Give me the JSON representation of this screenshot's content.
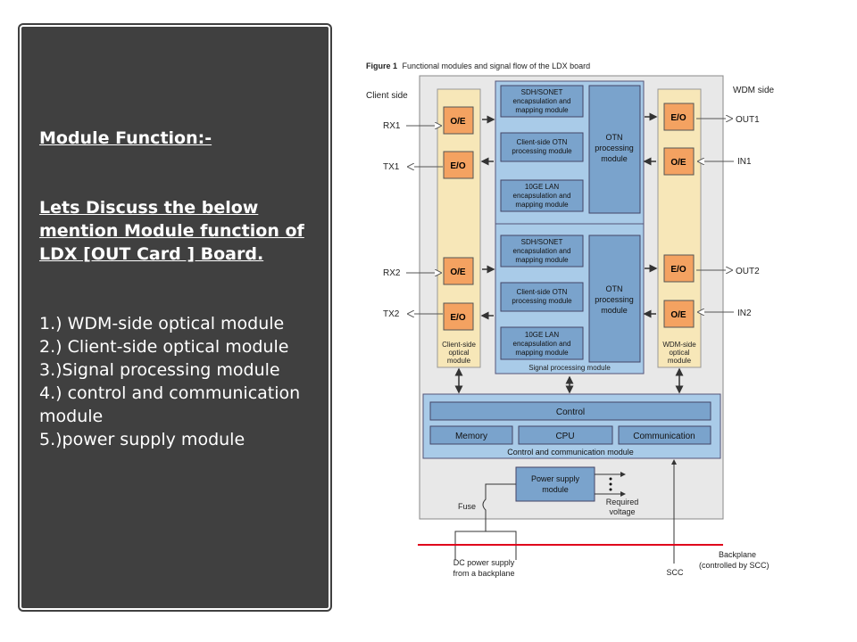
{
  "left_panel": {
    "heading": "Module Function:-",
    "intro": "Lets Discuss the below mention Module function of LDX [OUT Card ] Board.",
    "items": [
      "1.) WDM-side optical module",
      "2.) Client-side optical module",
      "3.)Signal processing module",
      "4.) control and communication module",
      "5.)power supply module"
    ]
  },
  "figure": {
    "caption_bold": "Figure 1",
    "caption_text": "Functional modules and signal flow of the LDX board",
    "client_side": "Client side",
    "wdm_side": "WDM side",
    "ports_left": [
      "RX1",
      "TX1",
      "RX2",
      "TX2"
    ],
    "ports_right": [
      "OUT1",
      "IN1",
      "OUT2",
      "IN2"
    ],
    "oe": "O/E",
    "eo": "E/O",
    "sp_top": [
      "SDH/SONET encapsulation and mapping module",
      "Client-side OTN processing module",
      "10GE LAN encapsulation and mapping module"
    ],
    "otn": "OTN processing module",
    "client_module": "Client-side optical module",
    "wdm_module": "WDM-side optical module",
    "signal_module": "Signal processing module",
    "control": "Control",
    "memory": "Memory",
    "cpu": "CPU",
    "communication": "Communication",
    "ctrl_module": "Control and communication module",
    "power_module": "Power supply module",
    "fuse": "Fuse",
    "required_voltage": "Required voltage",
    "dc_power": "DC power supply from a backplane",
    "scc": "SCC",
    "backplane": "Backplane",
    "backplane_note": "(controlled by SCC)",
    "colors": {
      "panel": "#404040",
      "orange": "#f4a261",
      "blue_light": "#a9cbe8",
      "blue_dark": "#7aa3cc",
      "cream": "#f7e7b8",
      "red": "#e0001b"
    }
  }
}
